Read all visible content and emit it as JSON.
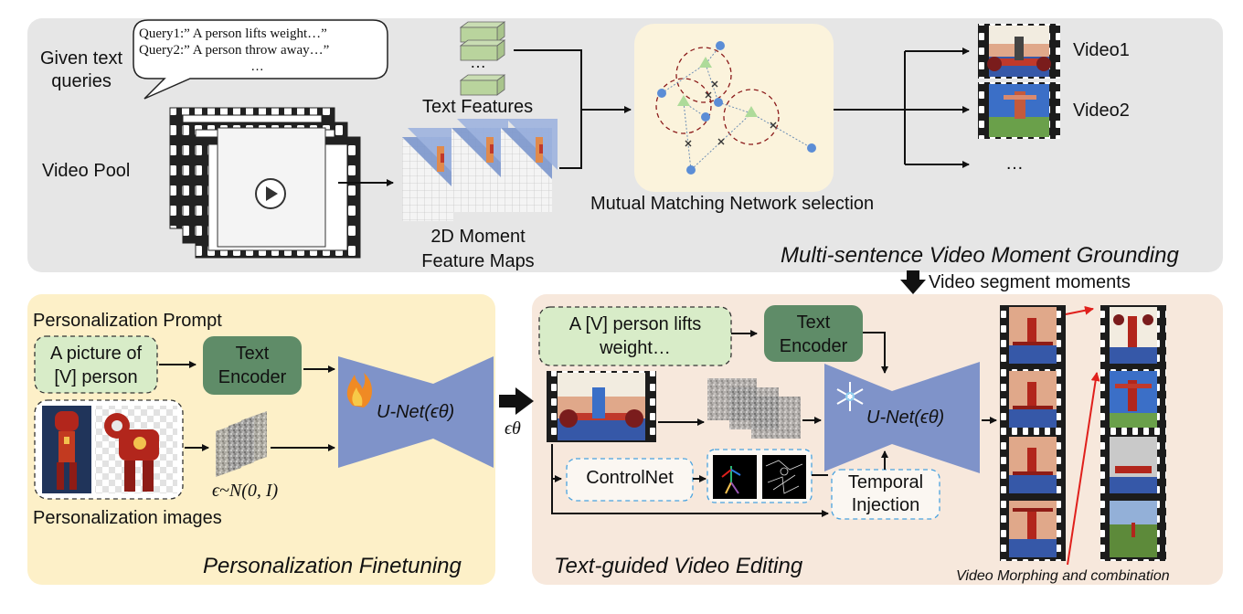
{
  "top": {
    "given_text_queries": "Given text\nqueries",
    "queries": [
      "Query1:”  A person lifts weight…”",
      "Query2:”  A person throw away…”",
      "…"
    ],
    "text_features": "Text Features",
    "text_features_more": "…",
    "video_pool": "Video Pool",
    "moment_maps": "2D Moment\nFeature Maps",
    "matching": "Mutual Matching Network selection",
    "video1": "Video1",
    "video2": "Video2",
    "video_more": "…",
    "title": "Multi-sentence Video Moment Grounding"
  },
  "arrow_label": "Video segment moments",
  "left": {
    "prompt_heading": "Personalization Prompt",
    "prompt": "A picture of\n[V] person",
    "text_encoder": "Text\nEncoder",
    "unet": "U-Net(ϵθ)",
    "noise": "ϵ~N(0, I)",
    "images_label": "Personalization images",
    "title": "Personalization Finetuning",
    "output_symbol": "ϵθ"
  },
  "right": {
    "prompt": "A [V] person lifts\nweight…",
    "text_encoder": "Text\nEncoder",
    "unet": "U-Net(ϵθ)",
    "controlnet": "ControlNet",
    "temporal": "Temporal\nInjection",
    "title": "Text-guided Video Editing",
    "morph_label": "Video Morphing and combination"
  },
  "colors": {
    "top_panel": "#e6e6e6",
    "left_panel": "#fdf0c8",
    "right_panel": "#f7e8dc",
    "green_box": "#d8ecc8",
    "encoder": "#5f8c68",
    "unet": "#7f93c9",
    "red_arrow": "#e0201c"
  }
}
